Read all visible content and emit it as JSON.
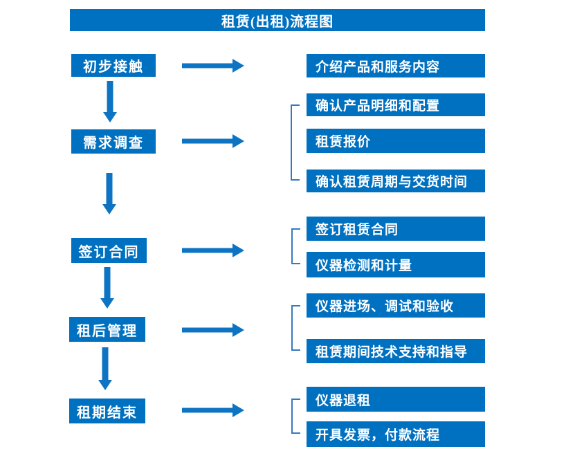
{
  "title": "租赁(出租)流程图",
  "colors": {
    "box_blue": "#0070C0",
    "arrow_blue": "#0d74c3",
    "bracket_blue": "#3779bd",
    "text_white": "#ffffff"
  },
  "stages": [
    {
      "label": "初步接触",
      "outputs": [
        "介绍产品和服务内容"
      ]
    },
    {
      "label": "需求调查",
      "outputs": [
        "确认产品明细和配置",
        "租赁报价",
        "确认租赁周期与交货时间"
      ]
    },
    {
      "label": "签订合同",
      "outputs": [
        "签订租赁合同",
        "仪器检测和计量"
      ]
    },
    {
      "label": "租后管理",
      "outputs": [
        "仪器进场、调试和验收",
        "租赁期间技术支持和指导"
      ]
    },
    {
      "label": "租期结束",
      "outputs": [
        "仪器退租",
        "开具发票，付款流程"
      ]
    }
  ]
}
